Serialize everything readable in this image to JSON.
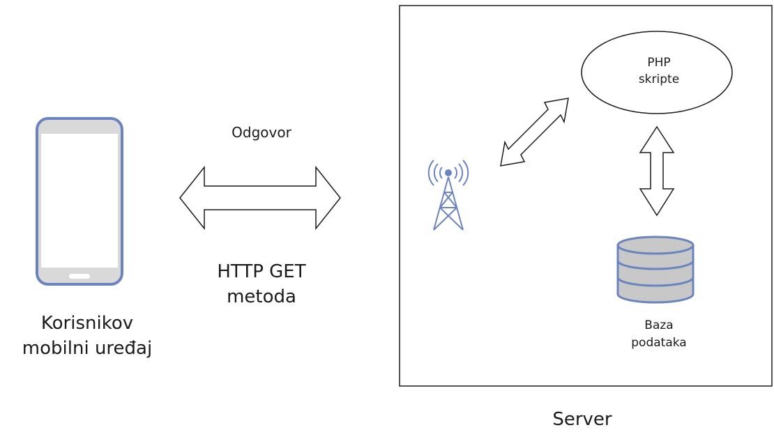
{
  "device": {
    "label": "Korisnikov\nmobilni uređaj"
  },
  "connection": {
    "response_label": "Odgovor",
    "method_label": "HTTP GET\nmetoda"
  },
  "server": {
    "label": "Server",
    "php": {
      "label": "PHP\nskripte"
    },
    "database": {
      "label": "Baza\npodataka"
    }
  },
  "icons": {
    "device": "smartphone-icon",
    "tower": "antenna-tower-icon",
    "database": "database-icon"
  },
  "colors": {
    "accent": "#6b83be",
    "outline": "#1a1a1a",
    "phone_bezel": "#d9d9d9",
    "database_fill": "#c8c8c8"
  }
}
